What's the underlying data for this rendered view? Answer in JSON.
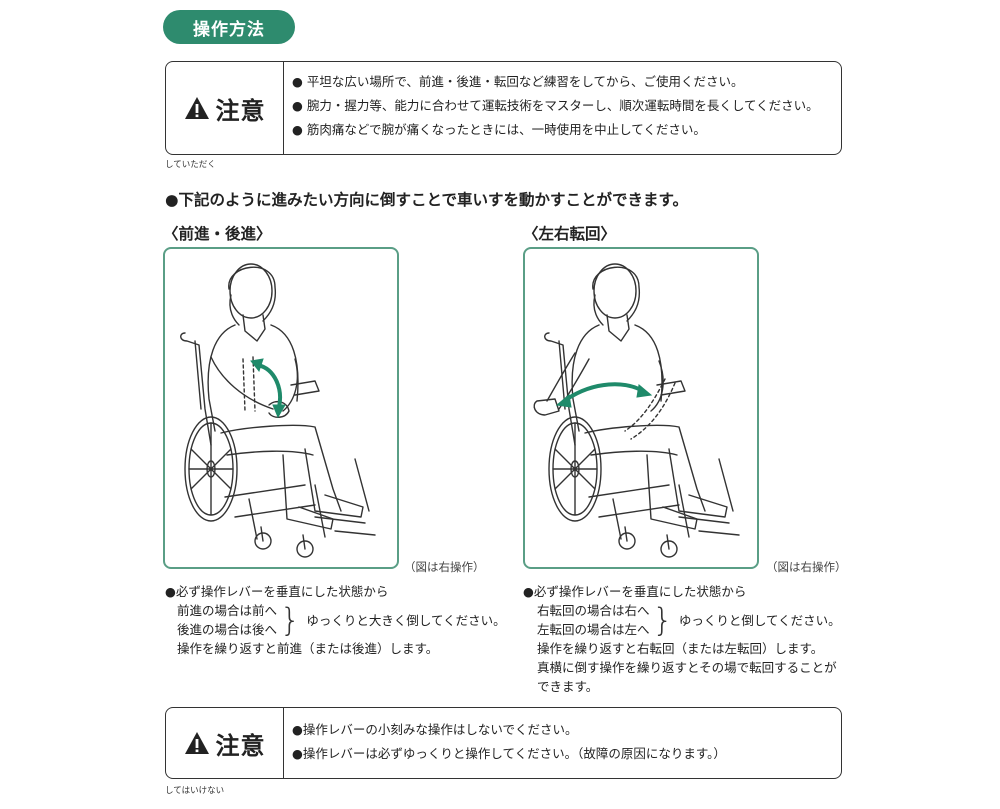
{
  "section_title": "操作方法",
  "caution_top": {
    "label": "注意",
    "caption": "していただく",
    "items": [
      "● 平坦な広い場所で、前進・後進・転回など練習をしてから、ご使用ください。",
      "● 腕力・握力等、能力に合わせて運転技術をマスターし、順次運転時間を長くしてください。",
      "● 筋肉痛などで腕が痛くなったときには、一時使用を中止してください。"
    ]
  },
  "lead": "●下記のように進みたい方向に倒すことで車いすを動かすことができます。",
  "left_panel": {
    "heading": "〈前進・後進〉",
    "note": "（図は右操作）",
    "line1": "●必ず操作レバーを垂直にした状態から",
    "brace_a": "前進の場合は前へ",
    "brace_b": "後進の場合は後へ",
    "brace_text": "ゆっくりと大きく倒してください。",
    "line_end": "操作を繰り返すと前進（または後進）します。"
  },
  "right_panel": {
    "heading": "〈左右転回〉",
    "note": "（図は右操作）",
    "line1": "●必ず操作レバーを垂直にした状態から",
    "brace_a": "右転回の場合は右へ",
    "brace_b": "左転回の場合は左へ",
    "brace_text": "ゆっくりと倒してください。",
    "line_end": "操作を繰り返すと右転回（または左転回）します。",
    "line_end2": "真横に倒す操作を繰り返すとその場で転回することが",
    "line_end3": "できます。"
  },
  "caution_bottom": {
    "label": "注意",
    "caption": "してはいけない",
    "items": [
      "●操作レバーの小刻みな操作はしないでください。",
      "●操作レバーは必ずゆっくりと操作してください。（故障の原因になります。）"
    ]
  },
  "colors": {
    "accent": "#2e8b6e",
    "frame": "#5a9e86",
    "arrow": "#1f8a6a"
  }
}
